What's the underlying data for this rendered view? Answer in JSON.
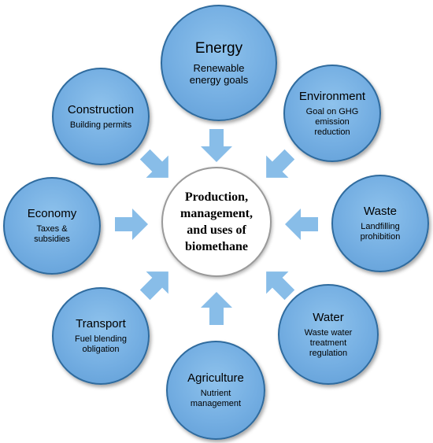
{
  "center": {
    "label": "Production,\nmanagement,\nand uses of\nbiomethane"
  },
  "nodes": {
    "energy": {
      "title": "Energy",
      "sub": "Renewable energy goals"
    },
    "environment": {
      "title": "Environment",
      "sub": "Goal on GHG emission reduction"
    },
    "waste": {
      "title": "Waste",
      "sub": "Landfilling prohibition"
    },
    "water": {
      "title": "Water",
      "sub": "Waste water treatment regulation"
    },
    "agriculture": {
      "title": "Agriculture",
      "sub": "Nutrient management"
    },
    "transport": {
      "title": "Transport",
      "sub": "Fuel blending obligation"
    },
    "economy": {
      "title": "Economy",
      "sub": "Taxes & subsidies"
    },
    "construction": {
      "title": "Construction",
      "sub": "Building permits"
    }
  },
  "colors": {
    "bubble_fill": "#74aee2",
    "bubble_border": "#2f6b9e",
    "arrow_fill": "#88bde8",
    "center_fill": "#ffffff"
  }
}
